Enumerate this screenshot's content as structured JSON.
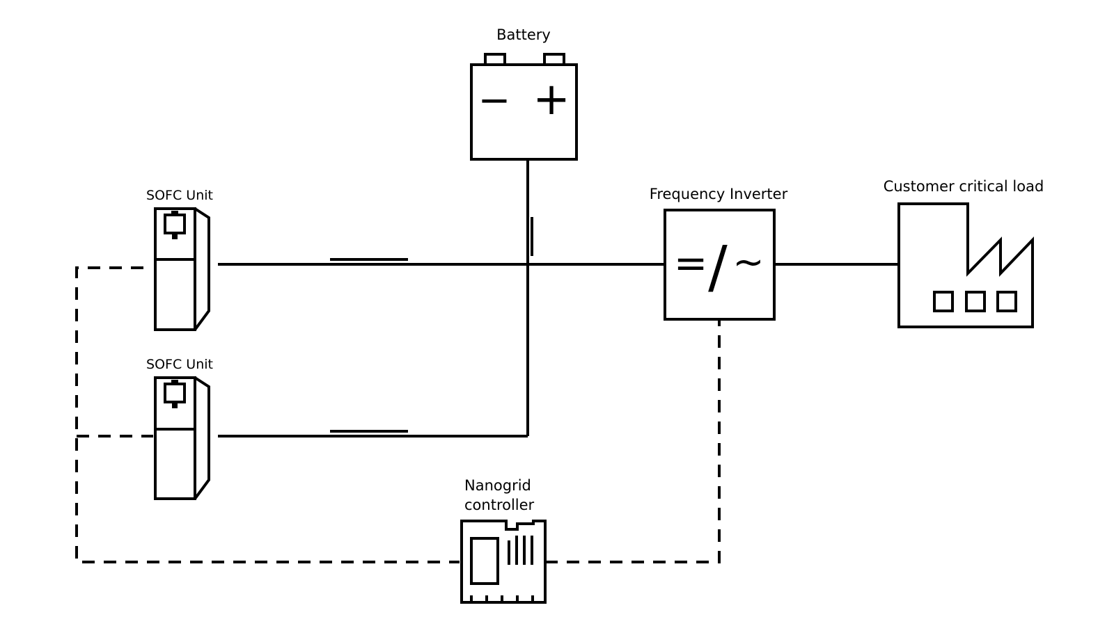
{
  "labels": {
    "battery": "Battery",
    "sofc_unit_top": "SOFC Unit",
    "sofc_unit_bottom": "SOFC Unit",
    "frequency_inverter": "Frequency Inverter",
    "customer_load": "Customer critical load",
    "nanogrid_line1": "Nanogrid",
    "nanogrid_line2": "controller"
  },
  "symbols": {
    "battery_minus": "−",
    "battery_plus": "+",
    "inverter_dc": "=",
    "inverter_slash": "/",
    "inverter_ac": "~"
  },
  "icons": {
    "battery": "battery-icon",
    "sofc": "fuel-cell-cabinet-icon",
    "inverter": "dc-ac-inverter-icon",
    "load": "factory-icon",
    "controller": "controller-board-icon"
  }
}
